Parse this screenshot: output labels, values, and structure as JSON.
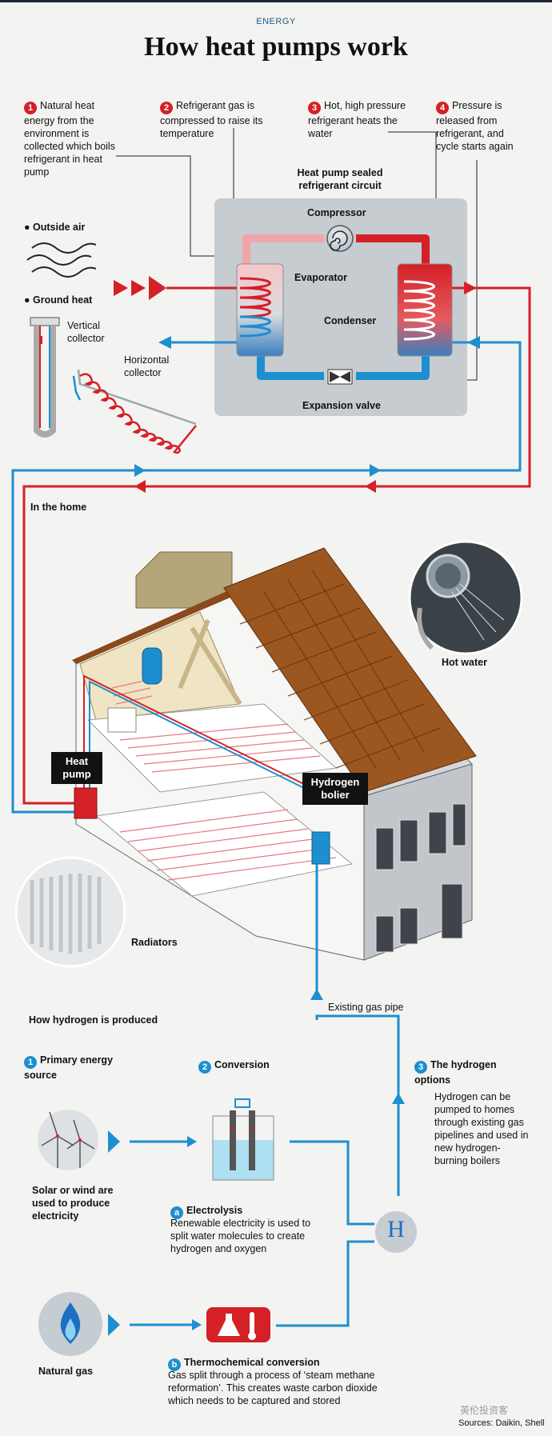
{
  "header": {
    "kicker": "ENERGY",
    "title": "How heat pumps work"
  },
  "steps": [
    {
      "num": "1",
      "text": "Natural heat energy from the environment is collected which boils refrigerant in heat pump"
    },
    {
      "num": "2",
      "text": "Refrigerant gas is compressed to raise its temperature"
    },
    {
      "num": "3",
      "text": "Hot, high pressure refrigerant heats the water"
    },
    {
      "num": "4",
      "text": "Pressure is released from refrigerant, and cycle starts again"
    }
  ],
  "circuit": {
    "title": "Heat pump sealed refrigerant circuit",
    "compressor": "Compressor",
    "evaporator": "Evaporator",
    "condenser": "Condenser",
    "expansion": "Expansion valve"
  },
  "sources": {
    "outside_air": "Outside air",
    "ground_heat": "Ground heat",
    "vertical": "Vertical collector",
    "horizontal": "Horizontal collector"
  },
  "home": {
    "label": "In the home",
    "heat_pump": "Heat pump",
    "hydrogen_boiler": "Hydrogen bolier",
    "hot_water": "Hot water",
    "radiators": "Radiators",
    "gas_pipe": "Existing gas pipe"
  },
  "hydrogen": {
    "heading": "How hydrogen is produced",
    "s1_num": "1",
    "s1_title": "Primary energy source",
    "s2_num": "2",
    "s2_title": "Conversion",
    "s3_num": "3",
    "s3_title": "The hydrogen options",
    "s3_text": "Hydrogen can be pumped to homes through existing gas pipelines and used in new hydrogen-burning boilers",
    "solar": "Solar or wind are used to produce electricity",
    "gas": "Natural gas",
    "a_num": "a",
    "a_title": "Electrolysis",
    "a_text": "Renewable electricity is used to split water molecules to create hydrogen and oxygen",
    "b_num": "b",
    "b_title": "Thermochemical conversion",
    "b_text": "Gas split through a process of ‘steam methane reformation’. This creates waste carbon dioxide which needs to be captured and stored",
    "h_symbol": "H"
  },
  "footer": {
    "watermark": "英伦投资客",
    "sources": "Sources: Daikin, Shell"
  },
  "colors": {
    "red": "#d42027",
    "blue": "#1d8fd0",
    "panel": "#c6ccd0",
    "roof": "#8a4a1c"
  }
}
